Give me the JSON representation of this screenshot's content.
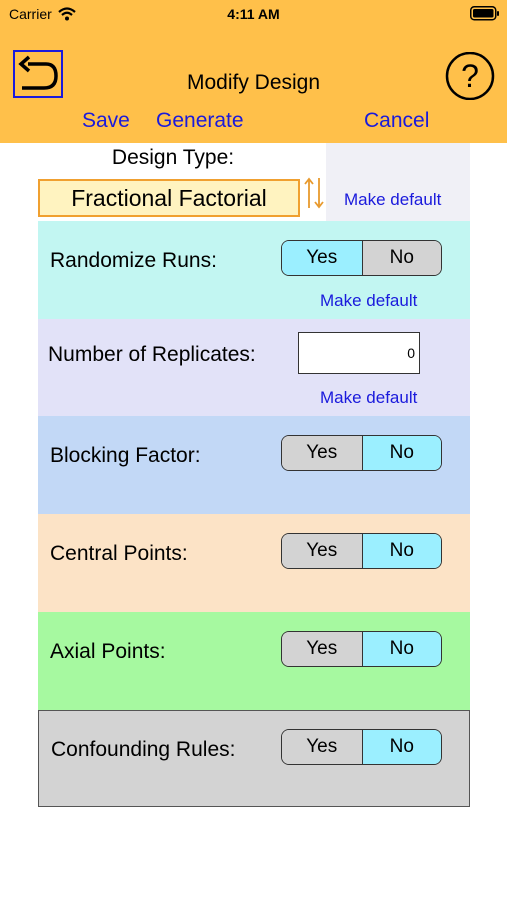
{
  "status_bar": {
    "carrier": "Carrier",
    "time": "4:11 AM"
  },
  "header": {
    "title": "Modify Design",
    "save_label": "Save",
    "generate_label": "Generate",
    "cancel_label": "Cancel"
  },
  "design_type": {
    "label": "Design Type:",
    "value": "Fractional Factorial",
    "make_default": "Make default"
  },
  "randomize_runs": {
    "label": "Randomize Runs:",
    "yes": "Yes",
    "no": "No",
    "selected": "Yes",
    "make_default": "Make default"
  },
  "replicates": {
    "label": "Number of Replicates:",
    "value": "0",
    "make_default": "Make default"
  },
  "blocking_factor": {
    "label": "Blocking Factor:",
    "yes": "Yes",
    "no": "No",
    "selected": "No"
  },
  "central_points": {
    "label": "Central Points:",
    "yes": "Yes",
    "no": "No",
    "selected": "No"
  },
  "axial_points": {
    "label": "Axial Points:",
    "yes": "Yes",
    "no": "No",
    "selected": "No"
  },
  "confounding_rules": {
    "label": "Confounding Rules:",
    "yes": "Yes",
    "no": "No",
    "selected": "No"
  },
  "colors": {
    "header_bg": "#FFC04A",
    "link": "#1a1adc",
    "randomize_bg": "#C2F6F2",
    "replicates_bg": "#E2E2F8",
    "blocking_bg": "#C2D8F6",
    "central_bg": "#FCE3C6",
    "axial_bg": "#A6F9A0",
    "confounding_bg": "#D3D3D3",
    "segment_selected": "#9BEFFF",
    "segment_unselected": "#D3D3D3"
  }
}
